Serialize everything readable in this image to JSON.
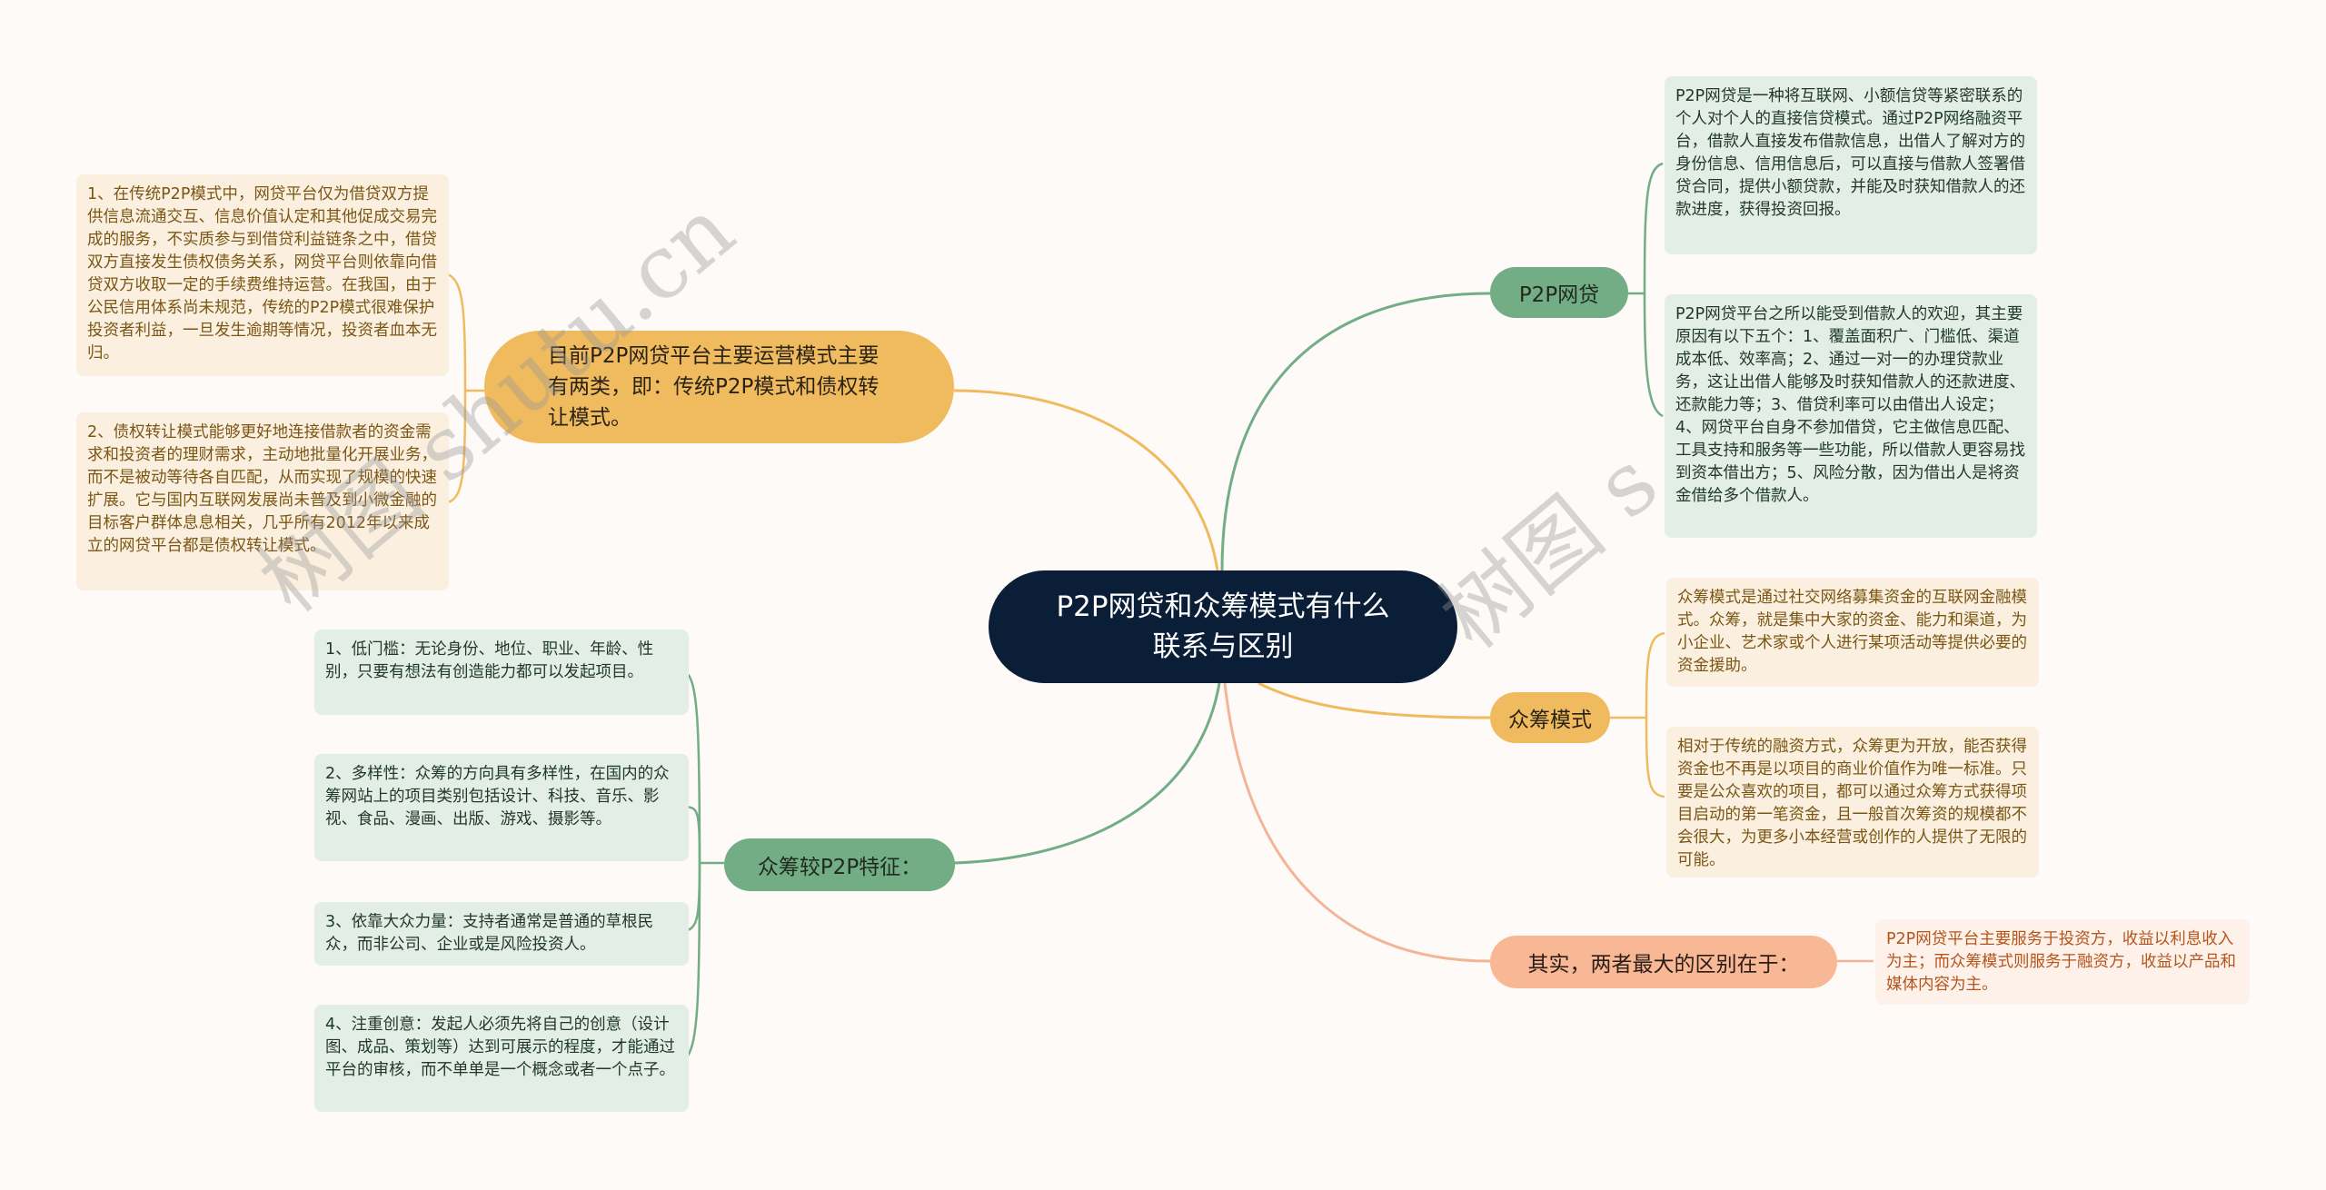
{
  "root": {
    "label": "P2P网贷和众筹模式有什么联系与区别"
  },
  "branches": {
    "p2p": {
      "label": "P2P网贷",
      "color": "#72ad85",
      "children": [
        "P2P网贷是一种将互联网、小额信贷等紧密联系的个人对个人的直接信贷模式。通过P2P网络融资平台，借款人直接发布借款信息，出借人了解对方的身份信息、信用信息后，可以直接与借款人签署借贷合同，提供小额贷款，并能及时获知借款人的还款进度，获得投资回报。",
        "P2P网贷平台之所以能受到借款人的欢迎，其主要原因有以下五个：1、覆盖面积广、门槛低、渠道成本低、效率高；2、通过一对一的办理贷款业务，这让出借人能够及时获知借款人的还款进度、还款能力等；3、借贷利率可以由借出人设定；4、网贷平台自身不参加借贷，它主做信息匹配、工具支持和服务等一些功能，所以借款人更容易找到资本借出方；5、风险分散，因为借出人是将资金借给多个借款人。"
      ]
    },
    "crowdfunding": {
      "label": "众筹模式",
      "color": "#efbb5e",
      "children": [
        "众筹模式是通过社交网络募集资金的互联网金融模式。众筹，就是集中大家的资金、能力和渠道，为小企业、艺术家或个人进行某项活动等提供必要的资金援助。",
        "相对于传统的融资方式，众筹更为开放，能否获得资金也不再是以项目的商业价值作为唯一标准。只要是公众喜欢的项目，都可以通过众筹方式获得项目启动的第一笔资金，且一般首次筹资的规模都不会很大，为更多小本经营或创作的人提供了无限的可能。"
      ]
    },
    "difference": {
      "label": "其实，两者最大的区别在于：",
      "color": "#f8b895",
      "children": [
        "P2P网贷平台主要服务于投资方，收益以利息收入为主；而众筹模式则服务于融资方，收益以产品和媒体内容为主。"
      ]
    },
    "modes": {
      "label": "目前P2P网贷平台主要运营模式主要有两类，即：传统P2P模式和债权转让模式。",
      "color": "#efbb5e",
      "children": [
        "1、在传统P2P模式中，网贷平台仅为借贷双方提供信息流通交互、信息价值认定和其他促成交易完成的服务，不实质参与到借贷利益链条之中，借贷双方直接发生债权债务关系，网贷平台则依靠向借贷双方收取一定的手续费维持运营。在我国，由于公民信用体系尚未规范，传统的P2P模式很难保护投资者利益，一旦发生逾期等情况，投资者血本无归。",
        "2、债权转让模式能够更好地连接借款者的资金需求和投资者的理财需求，主动地批量化开展业务，而不是被动等待各自匹配，从而实现了规模的快速扩展。它与国内互联网发展尚未普及到小微金融的目标客户群体息息相关，几乎所有2012年以来成立的网贷平台都是债权转让模式。"
      ]
    },
    "features": {
      "label": "众筹较P2P特征：",
      "color": "#72ad85",
      "children": [
        "1、低门槛：无论身份、地位、职业、年龄、性别，只要有想法有创造能力都可以发起项目。",
        "2、多样性：众筹的方向具有多样性，在国内的众筹网站上的项目类别包括设计、科技、音乐、影视、食品、漫画、出版、游戏、摄影等。",
        "3、依靠大众力量：支持者通常是普通的草根民众，而非公司、企业或是风险投资人。",
        "4、注重创意：发起人必须先将自己的创意（设计图、成品、策划等）达到可展示的程度，才能通过平台的审核，而不单单是一个概念或者一个点子。"
      ]
    }
  },
  "watermarks": [
    "树图 shutu.cn",
    "树图 s"
  ]
}
